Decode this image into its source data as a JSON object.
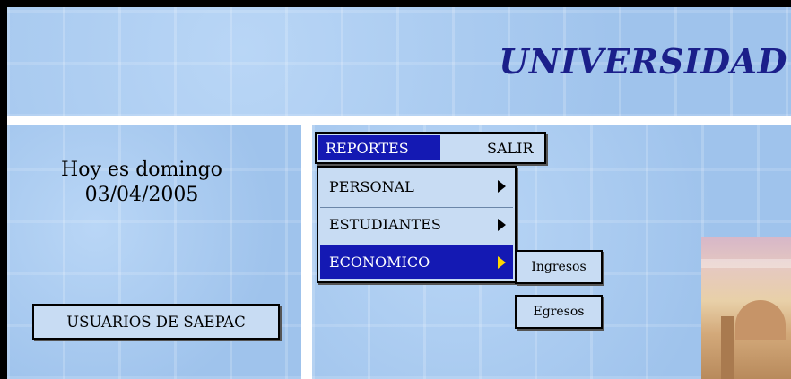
{
  "header": {
    "title": "UNIVERSIDAD"
  },
  "left_panel": {
    "date_line1": "Hoy es domingo",
    "date_line2": "03/04/2005",
    "users_button": "USUARIOS DE SAEPAC"
  },
  "menu": {
    "bar": [
      {
        "label": "REPORTES",
        "selected": true
      },
      {
        "label": "SALIR",
        "selected": false
      }
    ],
    "reportes_items": [
      {
        "label": "PERSONAL",
        "has_submenu": true,
        "selected": false
      },
      {
        "label": "ESTUDIANTES",
        "has_submenu": true,
        "selected": false
      },
      {
        "label": "ECONOMICO",
        "has_submenu": true,
        "selected": true
      }
    ],
    "economico_items": [
      {
        "label": "Ingresos"
      },
      {
        "label": "Egresos"
      }
    ]
  },
  "colors": {
    "background_blue": "#a9cbf0",
    "menu_face": "#c8dcf3",
    "highlight": "#1419b3",
    "title": "#1b1f8a",
    "active_arrow": "#ffd700"
  },
  "icons": [
    "submenu-arrow-icon"
  ]
}
